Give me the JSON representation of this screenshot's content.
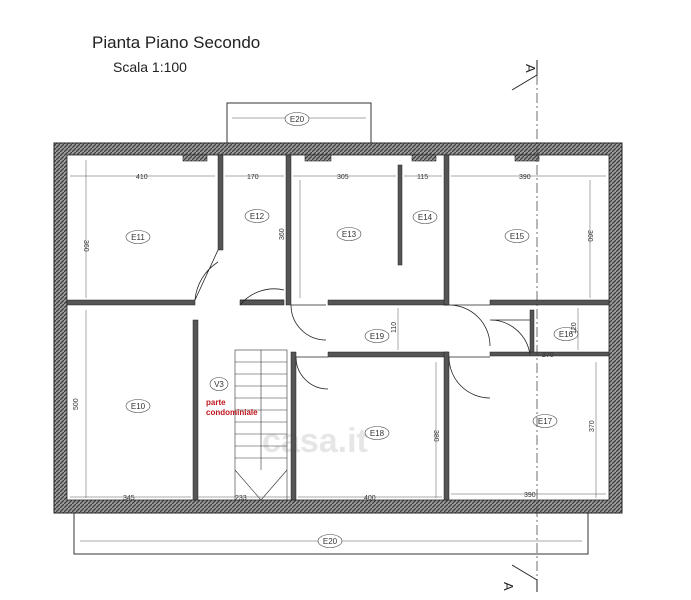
{
  "title": "Pianta Piano Secondo",
  "scale": "Scala 1:100",
  "section_marker": "A",
  "watermark": "casa.it",
  "note": [
    "parte",
    "condominiale"
  ],
  "rooms": {
    "e10": "E10",
    "e11": "E11",
    "e12": "E12",
    "e13": "E13",
    "e14": "E14",
    "e15": "E15",
    "e16": "E16",
    "e17": "E17",
    "e18": "E18",
    "e19": "E19",
    "e20_top": "E20",
    "e20_bottom": "E20",
    "v3": "V3"
  },
  "dims": {
    "d410": "410",
    "d170": "170",
    "d305": "305",
    "d115": "115",
    "d390_top": "390",
    "d360_left": "360",
    "d360_mid": "360",
    "d360_right": "360",
    "d110": "110",
    "d120": "120",
    "d270": "270",
    "d500": "500",
    "d380": "380",
    "d370": "370",
    "d345": "345",
    "d233": "233",
    "d400": "400",
    "d390_bottom": "390"
  }
}
